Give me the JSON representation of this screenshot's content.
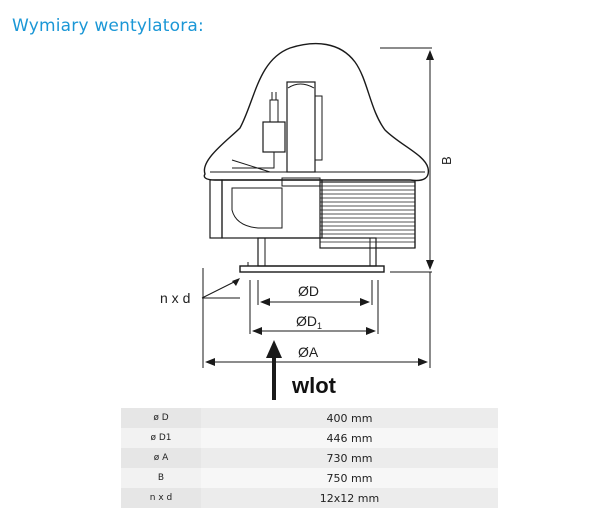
{
  "title": "Wymiary wentylatora:",
  "diagram": {
    "labels": {
      "nxd": "n x d",
      "D": "ØD",
      "D1": "ØD",
      "D1_sub": "1",
      "A": "ØA",
      "B": "B",
      "inlet": "wlot"
    }
  },
  "specs": {
    "rows": [
      {
        "label": "ø D",
        "value": "400 mm"
      },
      {
        "label": "ø D1",
        "value": "446 mm"
      },
      {
        "label": "ø A",
        "value": "730 mm"
      },
      {
        "label": "B",
        "value": "750 mm"
      },
      {
        "label": "n x d",
        "value": "12x12 mm"
      }
    ]
  }
}
